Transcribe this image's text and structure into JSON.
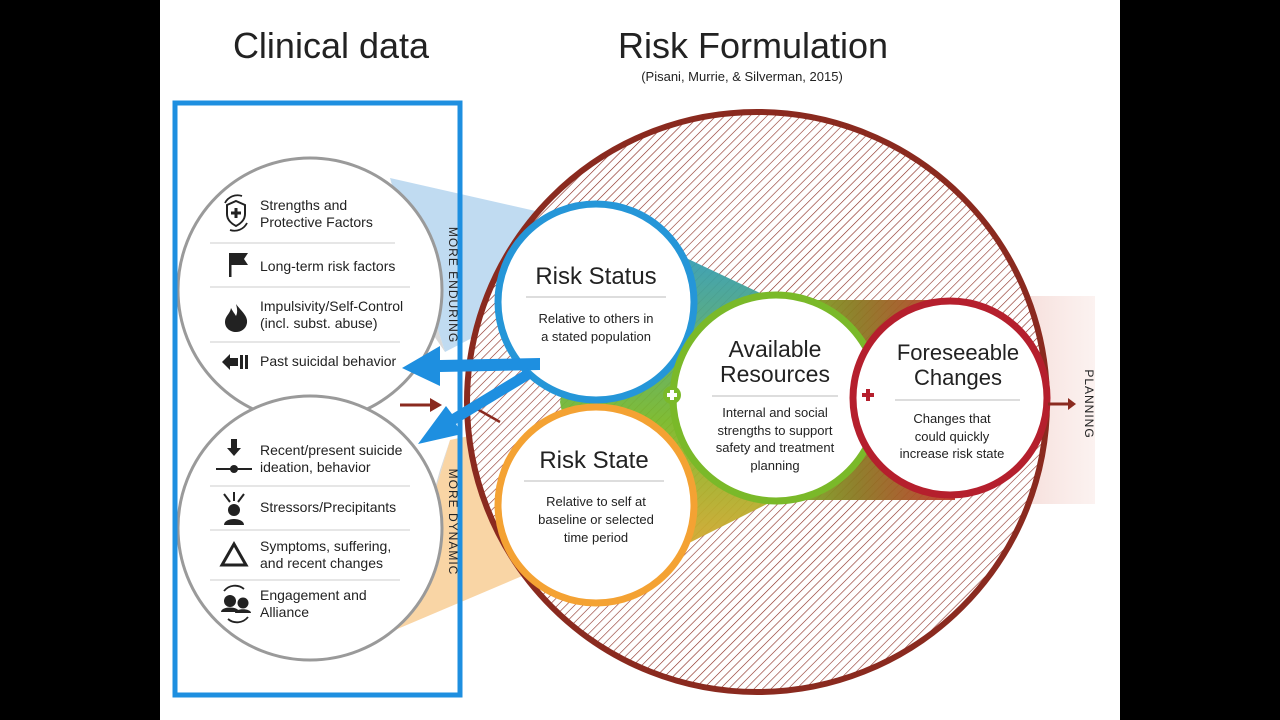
{
  "clinical_title": "Clinical data",
  "risk_title": "Risk Formulation",
  "citation": "(Pisani, Murrie, & Silverman, 2015)",
  "enduring_label": "MORE ENDURING",
  "dynamic_label": "MORE DYNAMIC",
  "planning_label": "PLANNING",
  "enduring_factors": [
    {
      "line1": "Strengths and",
      "line2": "Protective Factors",
      "icon": "shield-icon"
    },
    {
      "line1": "Long-term risk factors",
      "line2": "",
      "icon": "flag-icon"
    },
    {
      "line1": "Impulsivity/Self-Control",
      "line2": "(incl. subst. abuse)",
      "icon": "fire-icon"
    },
    {
      "line1": "Past suicidal behavior",
      "line2": "",
      "icon": "arrow-left-icon"
    }
  ],
  "dynamic_factors": [
    {
      "line1": "Recent/present suicide",
      "line2": "ideation, behavior",
      "icon": "timeline-icon"
    },
    {
      "line1": "Stressors/Precipitants",
      "line2": "",
      "icon": "person-stress-icon"
    },
    {
      "line1": "Symptoms, suffering,",
      "line2": "and recent changes",
      "icon": "triangle-icon"
    },
    {
      "line1": "Engagement and",
      "line2": "Alliance",
      "icon": "people-icon"
    }
  ],
  "risk_status": {
    "title": "Risk Status",
    "desc1": "Relative to others in",
    "desc2": "a stated population"
  },
  "risk_state": {
    "title": "Risk State",
    "desc1": "Relative to self at",
    "desc2": "baseline or selected",
    "desc3": "time period"
  },
  "resources": {
    "title1": "Available",
    "title2": "Resources",
    "desc1": "Internal and social",
    "desc2": "strengths to support",
    "desc3": "safety and treatment",
    "desc4": "planning"
  },
  "changes": {
    "title1": "Foreseeable",
    "title2": "Changes",
    "desc1": "Changes that",
    "desc2": "could quickly",
    "desc3": "increase risk state"
  },
  "colors": {
    "status": "#2596d8",
    "state": "#f4a233",
    "resources": "#7ab929",
    "changes": "#b51f2d",
    "outer": "#8a2a1f",
    "box": "#1e8fe0"
  }
}
